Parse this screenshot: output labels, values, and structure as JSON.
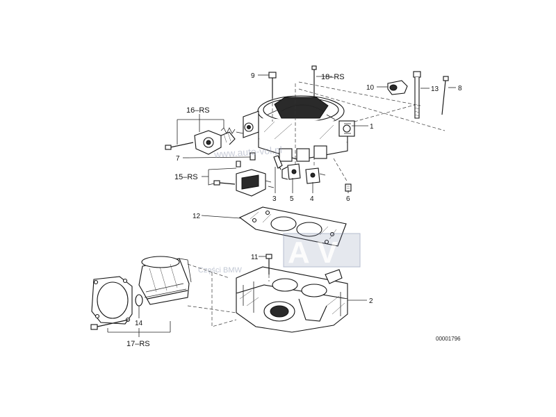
{
  "callouts": [
    {
      "id": "1",
      "text": "1"
    },
    {
      "id": "2",
      "text": "2"
    },
    {
      "id": "3",
      "text": "3"
    },
    {
      "id": "4",
      "text": "4"
    },
    {
      "id": "5",
      "text": "5"
    },
    {
      "id": "6",
      "text": "6"
    },
    {
      "id": "7",
      "text": "7"
    },
    {
      "id": "8",
      "text": "8"
    },
    {
      "id": "9",
      "text": "9"
    },
    {
      "id": "10",
      "text": "10"
    },
    {
      "id": "11",
      "text": "11"
    },
    {
      "id": "12",
      "text": "12"
    },
    {
      "id": "13",
      "text": "13"
    },
    {
      "id": "14",
      "text": "14"
    },
    {
      "id": "15",
      "text": "15–RS"
    },
    {
      "id": "16",
      "text": "16–RS"
    },
    {
      "id": "17",
      "text": "17–RS"
    },
    {
      "id": "18",
      "text": "18–RS"
    }
  ],
  "reference_number": "00001796",
  "watermarks": {
    "url": "www.auto-vol.pl",
    "logo_letters": "A V",
    "brand": "Części BMW"
  },
  "colors": {
    "line": "#111111",
    "watermark": "#9aa3b8",
    "logo_box": "#7a86a8"
  }
}
